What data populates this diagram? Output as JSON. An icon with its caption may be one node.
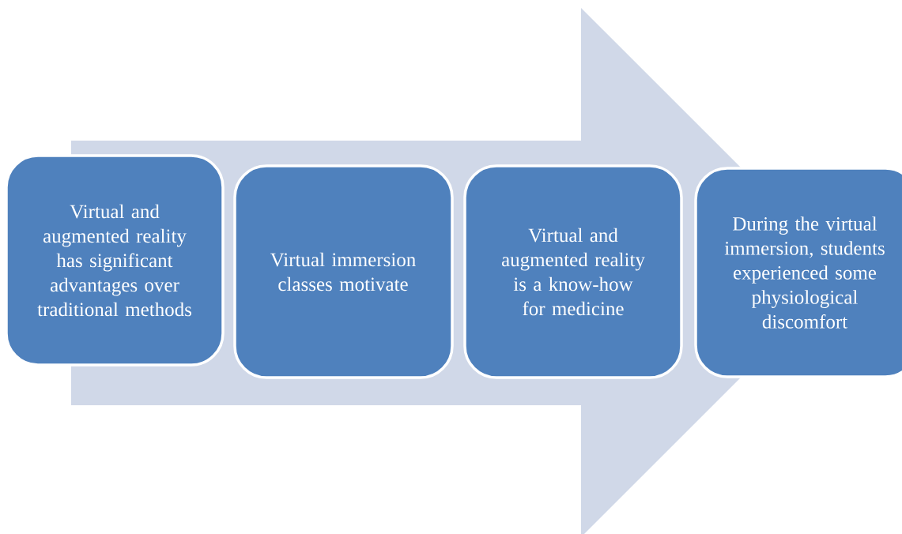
{
  "diagram": {
    "nodes": [
      {
        "text": [
          "Virtual and augmented reality has significant advantages over traditional methods"
        ]
      },
      {
        "text": [
          "Virtual immersion classes motivate"
        ]
      },
      {
        "text": [
          "Virtual and augmented reality is a know-how for medicine"
        ]
      },
      {
        "text": [
          "During the virtual immersion, students experienced some physiological discomfort"
        ]
      }
    ],
    "edges": [
      {
        "from": 0,
        "to": 3,
        "arrow": "to"
      }
    ]
  }
}
